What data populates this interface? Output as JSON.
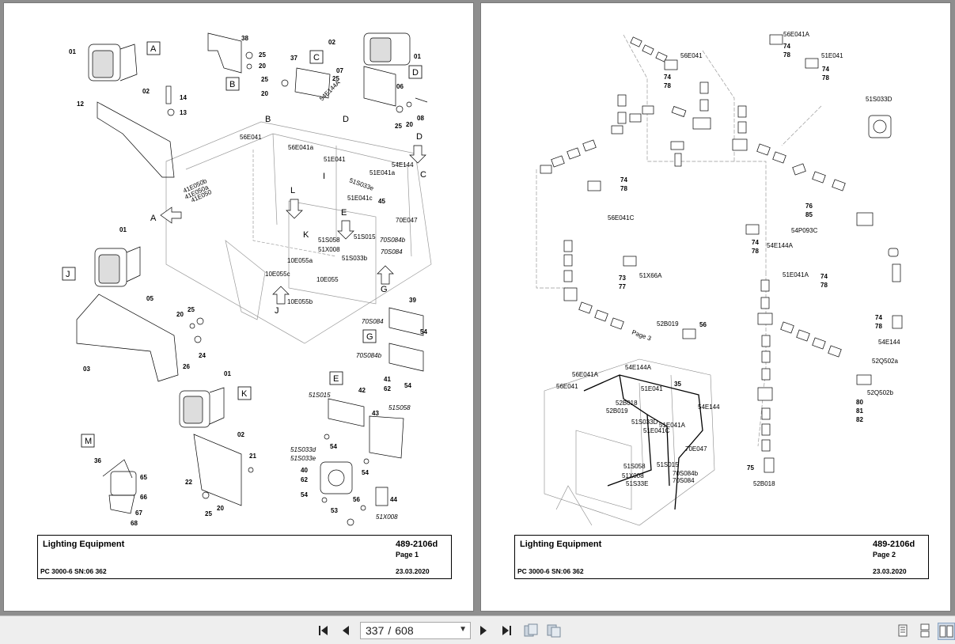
{
  "pages": [
    {
      "title": "Lighting Equipment",
      "doc_number": "489-2106d",
      "page_label": "Page 1",
      "machine": "PC 3000-6 SN:06 362",
      "date": "23.03.2020",
      "view_labels": [
        "A",
        "B",
        "C",
        "D",
        "E",
        "G",
        "J",
        "K",
        "M"
      ],
      "callouts": [
        "01",
        "02",
        "12",
        "14",
        "13",
        "38",
        "25",
        "20",
        "37",
        "07",
        "06",
        "08",
        "05",
        "24",
        "26",
        "03",
        "21",
        "22",
        "36",
        "65",
        "66",
        "67",
        "68",
        "39",
        "54",
        "41",
        "62",
        "42",
        "43",
        "40",
        "53",
        "56",
        "44",
        "45"
      ],
      "refs": [
        "56E041",
        "56E041a",
        "54E144A",
        "51E041",
        "51E041a",
        "51S033e",
        "51E041c",
        "54E144",
        "70E047",
        "51S058",
        "51S015",
        "70S084b",
        "51X008",
        "70S084",
        "51S033b",
        "10E055a",
        "10E055c",
        "10E055",
        "10E055b",
        "41E050b",
        "41E050a",
        "41E050",
        "70S084",
        "70S084b",
        "51S015",
        "51S058",
        "51S033d",
        "51S033e",
        "51X008"
      ]
    },
    {
      "title": "Lighting Equipment",
      "doc_number": "489-2106d",
      "page_label": "Page 2",
      "machine": "PC 3000-6 SN:06 362",
      "date": "23.03.2020",
      "refs": [
        "56E041",
        "56E041A",
        "51E041",
        "51S033D",
        "56E041C",
        "54P093C",
        "54E144A",
        "51X66A",
        "51E041A",
        "54E144",
        "52B019",
        "52Q502a",
        "52Q502b",
        "52B018",
        "Page 3",
        "54E144A",
        "56E041A",
        "56E041",
        "51E041",
        "52B018",
        "52B019",
        "51S033D",
        "51E041A",
        "51E041C",
        "54E144",
        "70E047",
        "51S058",
        "51X008",
        "51S33E",
        "51S015",
        "70S084b",
        "70S084"
      ],
      "callouts": [
        "74",
        "78",
        "73",
        "77",
        "76",
        "85",
        "56",
        "35",
        "80",
        "81",
        "82",
        "75"
      ]
    }
  ],
  "toolbar": {
    "current_page": "337",
    "separator": "/",
    "total_pages": "608"
  },
  "icons": [
    "first-page-icon",
    "prev-page-icon",
    "next-page-icon",
    "last-page-icon",
    "fit-page-icon",
    "fit-width-icon",
    "single-page-icon",
    "continuous-icon",
    "two-page-icon"
  ]
}
